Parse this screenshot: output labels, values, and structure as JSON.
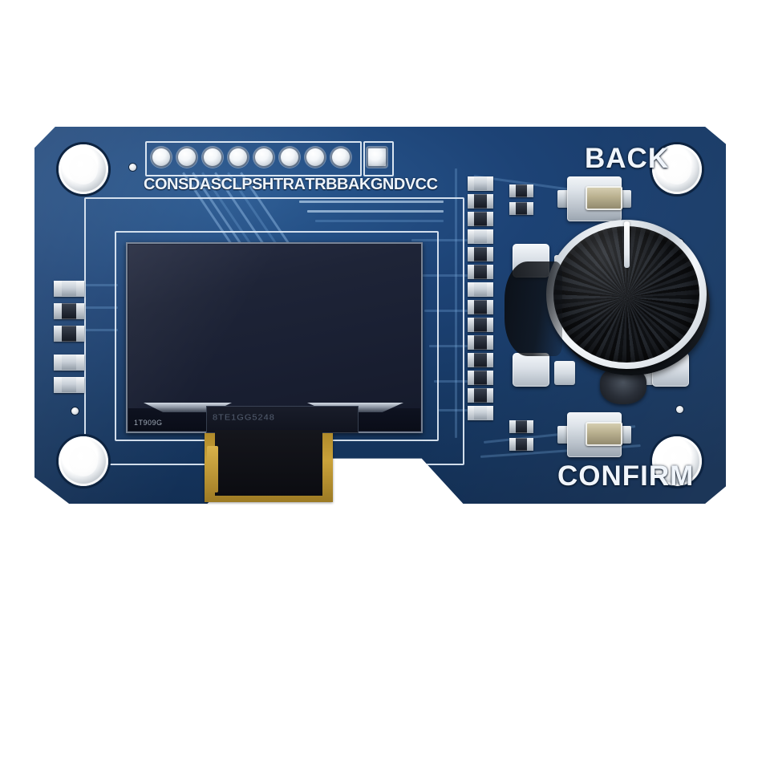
{
  "scene": {
    "title": "OLED display module PCB with rotary encoder",
    "background_color": "#ffffff"
  },
  "board": {
    "name": "pcb-board",
    "solder_mask_color": "#1d4376",
    "silkscreen_color": "#f0f5fb",
    "shape": "rectangular with chamfered corners and bottom notch"
  },
  "pin_header": {
    "name": "pin-header",
    "pin_count": 9,
    "labels": [
      "CON",
      "SDA",
      "SCL",
      "PSH",
      "TRA",
      "TRB",
      "BAK",
      "GND",
      "VCC"
    ],
    "pad_shapes": [
      "round",
      "round",
      "round",
      "round",
      "round",
      "round",
      "round",
      "round",
      "square"
    ]
  },
  "controls": {
    "back_button": {
      "label": "BACK",
      "type": "tactile-push-button"
    },
    "confirm_button": {
      "label": "CONFIRM",
      "type": "tactile-push-button"
    },
    "rotary_encoder": {
      "name": "rotary-encoder-knob",
      "knob_color": "#14171c",
      "rim_color": "#e4e9ee",
      "pointer_color": "#ffffff",
      "pointer_position": "12 o'clock"
    }
  },
  "display": {
    "name": "oled-display",
    "glass_color": "#1e2437",
    "panel_marking": "1T909G",
    "driver_marking": "8TE1GG5248",
    "flex_cable_color": "#caa23a"
  },
  "mount_holes": {
    "count": 4,
    "finish": "plated silver"
  },
  "components": {
    "left_column_count": 5,
    "center_column_count": 14,
    "note": "SMD resistors and capacitors"
  }
}
